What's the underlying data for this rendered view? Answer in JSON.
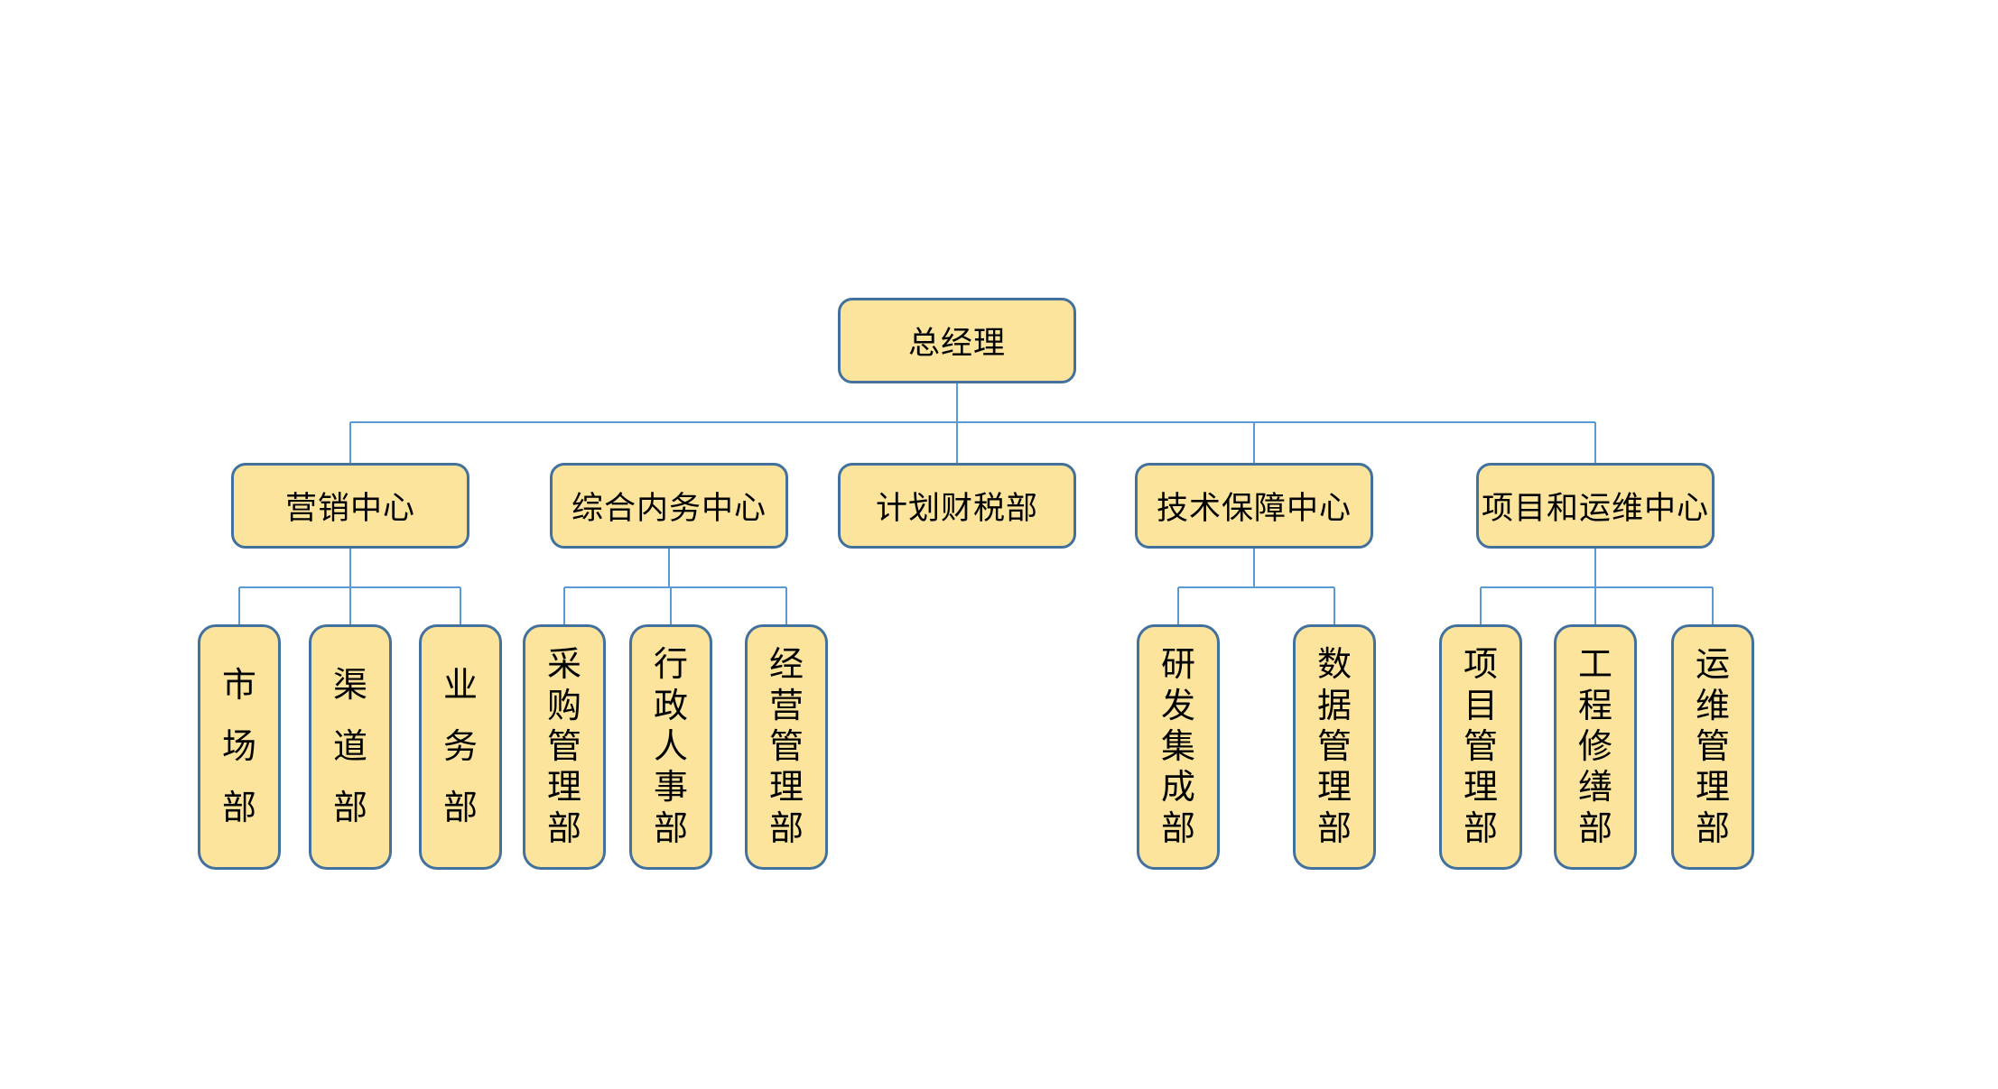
{
  "diagram": {
    "type": "org-chart",
    "colors": {
      "background": "#ffffff",
      "node_fill": "#FCE49C",
      "node_border": "#41719C",
      "connector": "#5B9BD5",
      "text": "#000000"
    },
    "root": {
      "id": "general-manager",
      "label": "总经理"
    },
    "level2": [
      {
        "id": "marketing-center",
        "label": "营销中心",
        "children": [
          {
            "id": "market-dept",
            "label": "市场部"
          },
          {
            "id": "channel-dept",
            "label": "渠道部"
          },
          {
            "id": "business-dept",
            "label": "业务部"
          }
        ]
      },
      {
        "id": "general-affairs-center",
        "label": "综合内务中心",
        "children": [
          {
            "id": "procurement-mgmt-dept",
            "label": "采购管理部"
          },
          {
            "id": "admin-hr-dept",
            "label": "行政人事部"
          },
          {
            "id": "operations-mgmt-dept",
            "label": "经营管理部"
          }
        ]
      },
      {
        "id": "planning-finance-tax-dept",
        "label": "计划财税部",
        "children": []
      },
      {
        "id": "technical-support-center",
        "label": "技术保障中心",
        "children": [
          {
            "id": "rd-integration-dept",
            "label": "研发集成部"
          },
          {
            "id": "data-mgmt-dept",
            "label": "数据管理部"
          }
        ]
      },
      {
        "id": "project-operations-center",
        "label": "项目和运维中心",
        "children": [
          {
            "id": "project-mgmt-dept",
            "label": "项目管理部"
          },
          {
            "id": "engineering-repair-dept",
            "label": "工程修缮部"
          },
          {
            "id": "om-mgmt-dept",
            "label": "运维管理部"
          }
        ]
      }
    ]
  }
}
